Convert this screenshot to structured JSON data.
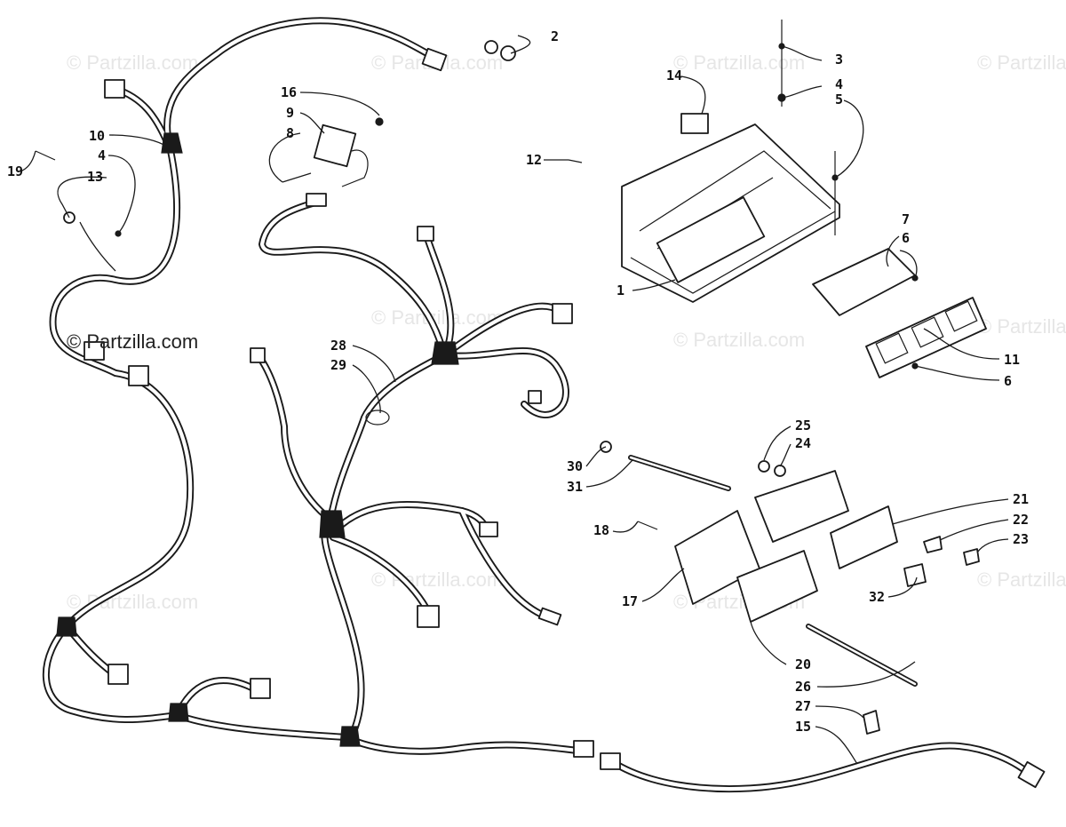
{
  "watermark": {
    "faint_text": "© Partzilla.com",
    "main_text": "© Partzilla.com"
  },
  "callouts": [
    {
      "id": "c1",
      "number": "1"
    },
    {
      "id": "c2",
      "number": "2"
    },
    {
      "id": "c3",
      "number": "3"
    },
    {
      "id": "c4a",
      "number": "4"
    },
    {
      "id": "c5",
      "number": "5"
    },
    {
      "id": "c6a",
      "number": "6"
    },
    {
      "id": "c7",
      "number": "7"
    },
    {
      "id": "c11",
      "number": "11"
    },
    {
      "id": "c6b",
      "number": "6"
    },
    {
      "id": "c12",
      "number": "12"
    },
    {
      "id": "c14",
      "number": "14"
    },
    {
      "id": "c16",
      "number": "16"
    },
    {
      "id": "c9",
      "number": "9"
    },
    {
      "id": "c8",
      "number": "8"
    },
    {
      "id": "c10",
      "number": "10"
    },
    {
      "id": "c4b",
      "number": "4"
    },
    {
      "id": "c13",
      "number": "13"
    },
    {
      "id": "c19",
      "number": "19"
    },
    {
      "id": "c28",
      "number": "28"
    },
    {
      "id": "c29",
      "number": "29"
    },
    {
      "id": "c25",
      "number": "25"
    },
    {
      "id": "c24",
      "number": "24"
    },
    {
      "id": "c30",
      "number": "30"
    },
    {
      "id": "c31",
      "number": "31"
    },
    {
      "id": "c21",
      "number": "21"
    },
    {
      "id": "c22",
      "number": "22"
    },
    {
      "id": "c18",
      "number": "18"
    },
    {
      "id": "c23",
      "number": "23"
    },
    {
      "id": "c17",
      "number": "17"
    },
    {
      "id": "c32",
      "number": "32"
    },
    {
      "id": "c20",
      "number": "20"
    },
    {
      "id": "c26",
      "number": "26"
    },
    {
      "id": "c27",
      "number": "27"
    },
    {
      "id": "c15",
      "number": "15"
    }
  ]
}
